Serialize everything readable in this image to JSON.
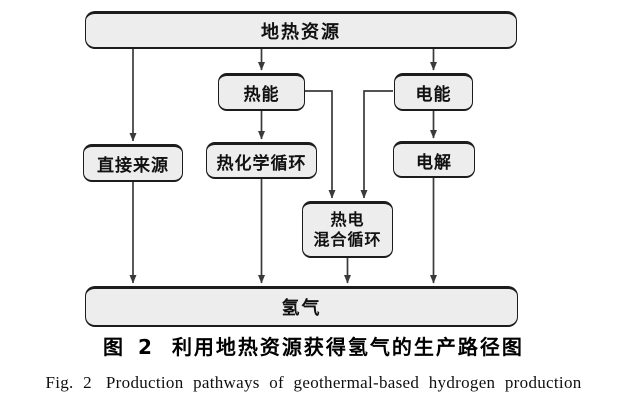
{
  "figure": {
    "type": "flowchart",
    "nodes": {
      "geothermal": {
        "label": "地热资源"
      },
      "thermal": {
        "label": "热能"
      },
      "electric": {
        "label": "电能"
      },
      "direct": {
        "label": "直接来源"
      },
      "thermochem": {
        "label": "热化学循环"
      },
      "electrolysis": {
        "label": "电解"
      },
      "hybrid": {
        "label": "热电\n混合循环"
      },
      "hydrogen": {
        "label": "氢气"
      }
    },
    "edges": [
      "地热资源→直接来源",
      "地热资源→热能",
      "地热资源→电能",
      "热能→热化学循环",
      "热能→热电混合循环",
      "电能→电解",
      "电能→热电混合循环",
      "直接来源→氢气",
      "热化学循环→氢气",
      "热电混合循环→氢气",
      "电解→氢气"
    ],
    "colors": {
      "box_fill": "#ededed",
      "box_border": "#1c1c1c",
      "line": "#3a3a3a",
      "background": "#ffffff"
    }
  },
  "caption": {
    "zh_prefix": "图 2",
    "zh_text": "利用地热资源获得氢气的生产路径图",
    "en_prefix": "Fig. 2",
    "en_text": "Production pathways of geothermal-based hydrogen production"
  }
}
